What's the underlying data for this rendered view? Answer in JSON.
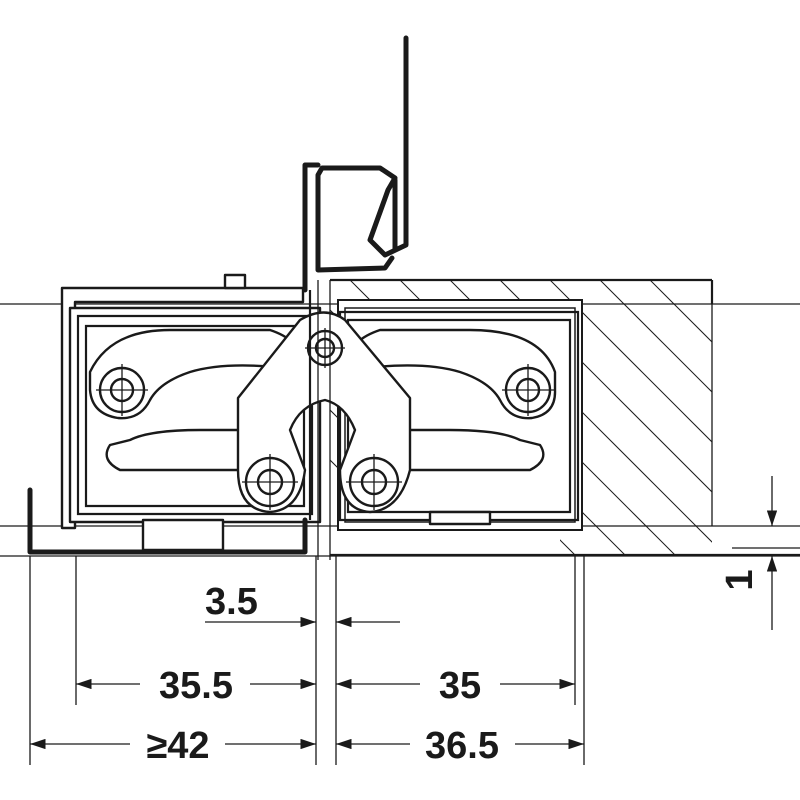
{
  "dimensions": {
    "gap": "3.5",
    "frame_depth": "35.5",
    "door_depth": "35",
    "min_frame_width": "≥42",
    "door_width": "36.5",
    "offset": "1"
  },
  "colors": {
    "line": "#1a1a1a",
    "background": "#ffffff"
  }
}
